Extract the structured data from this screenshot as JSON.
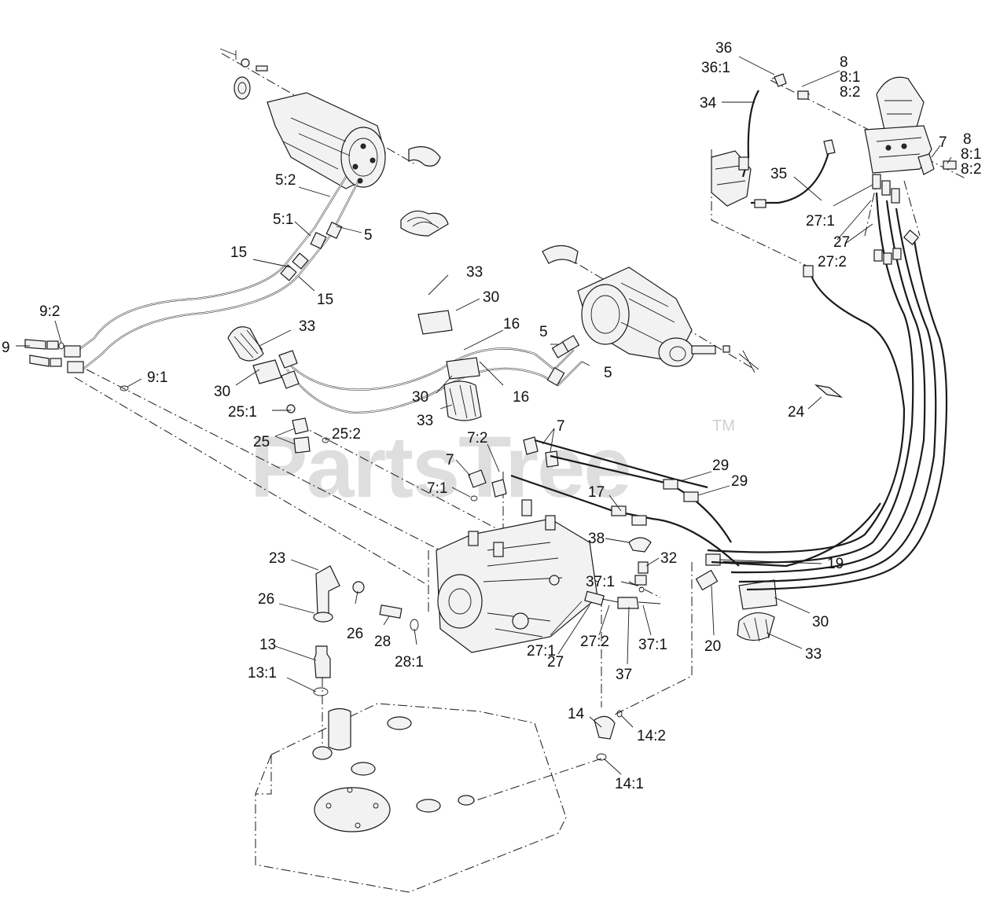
{
  "watermark": {
    "text": "PartsTree",
    "tm": "TM"
  },
  "callouts": [
    {
      "id": "c36",
      "text": "36"
    },
    {
      "id": "c36_1",
      "text": "36:1"
    },
    {
      "id": "c8a",
      "text": "8"
    },
    {
      "id": "c8_1a",
      "text": "8:1"
    },
    {
      "id": "c8_2a",
      "text": "8:2"
    },
    {
      "id": "c34",
      "text": "34"
    },
    {
      "id": "c7a",
      "text": "7"
    },
    {
      "id": "c8b",
      "text": "8"
    },
    {
      "id": "c8_1b",
      "text": "8:1"
    },
    {
      "id": "c8_2b",
      "text": "8:2"
    },
    {
      "id": "c35",
      "text": "35"
    },
    {
      "id": "c27_1a",
      "text": "27:1"
    },
    {
      "id": "c27a",
      "text": "27"
    },
    {
      "id": "c27_2a",
      "text": "27:2"
    },
    {
      "id": "c5_2",
      "text": "5:2"
    },
    {
      "id": "c5_1",
      "text": "5:1"
    },
    {
      "id": "c5a",
      "text": "5"
    },
    {
      "id": "c15a",
      "text": "15"
    },
    {
      "id": "c15b",
      "text": "15"
    },
    {
      "id": "c33a",
      "text": "33"
    },
    {
      "id": "c30a",
      "text": "30"
    },
    {
      "id": "c9_2",
      "text": "9:2"
    },
    {
      "id": "c9",
      "text": "9"
    },
    {
      "id": "c9_1",
      "text": "9:1"
    },
    {
      "id": "c33b",
      "text": "33"
    },
    {
      "id": "c16a",
      "text": "16"
    },
    {
      "id": "c5b",
      "text": "5"
    },
    {
      "id": "c5c",
      "text": "5"
    },
    {
      "id": "c30b",
      "text": "30"
    },
    {
      "id": "c30c",
      "text": "30"
    },
    {
      "id": "c16b",
      "text": "16"
    },
    {
      "id": "c33c",
      "text": "33"
    },
    {
      "id": "c25_1",
      "text": "25:1"
    },
    {
      "id": "c25",
      "text": "25"
    },
    {
      "id": "c25_2",
      "text": "25:2"
    },
    {
      "id": "c24",
      "text": "24"
    },
    {
      "id": "c7_2",
      "text": "7:2"
    },
    {
      "id": "c7b",
      "text": "7"
    },
    {
      "id": "c7c",
      "text": "7"
    },
    {
      "id": "c29a",
      "text": "29"
    },
    {
      "id": "c29b",
      "text": "29"
    },
    {
      "id": "c7_1",
      "text": "7:1"
    },
    {
      "id": "c17",
      "text": "17"
    },
    {
      "id": "c38",
      "text": "38"
    },
    {
      "id": "c32",
      "text": "32"
    },
    {
      "id": "c19",
      "text": "19"
    },
    {
      "id": "c23",
      "text": "23"
    },
    {
      "id": "c37_1a",
      "text": "37:1"
    },
    {
      "id": "c26a",
      "text": "26"
    },
    {
      "id": "c26b",
      "text": "26"
    },
    {
      "id": "c28",
      "text": "28"
    },
    {
      "id": "c30d",
      "text": "30"
    },
    {
      "id": "c27_1b",
      "text": "27:1"
    },
    {
      "id": "c27_2b",
      "text": "27:2"
    },
    {
      "id": "c37_1b",
      "text": "37:1"
    },
    {
      "id": "c20",
      "text": "20"
    },
    {
      "id": "c13",
      "text": "13"
    },
    {
      "id": "c28_1",
      "text": "28:1"
    },
    {
      "id": "c27b",
      "text": "27"
    },
    {
      "id": "c37",
      "text": "37"
    },
    {
      "id": "c33d",
      "text": "33"
    },
    {
      "id": "c13_1",
      "text": "13:1"
    },
    {
      "id": "c14",
      "text": "14"
    },
    {
      "id": "c14_2",
      "text": "14:2"
    },
    {
      "id": "c14_1",
      "text": "14:1"
    }
  ]
}
